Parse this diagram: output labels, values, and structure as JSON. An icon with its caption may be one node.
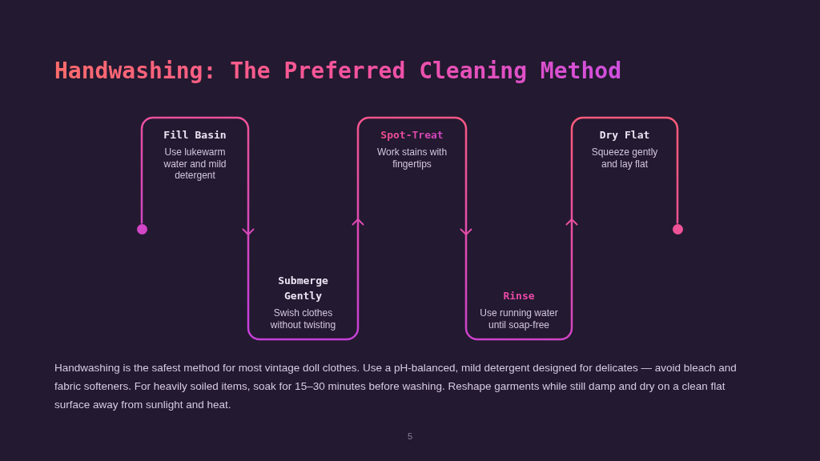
{
  "diagram": {
    "title": "Handwashing: The Preferred Cleaning Method",
    "nodes": [
      {
        "text": [],
        "shape": "circle"
      },
      {
        "text": [
          "Fill Basin",
          "Use lukewarm water and mild detergent"
        ]
      },
      {
        "text": [
          "Submerge Gently",
          "Swish clothes without twisting"
        ]
      },
      {
        "text": [
          "Spot-Treat",
          "Work stains with fingertips"
        ]
      },
      {
        "text": [
          "Rinse",
          "Use running water until soap-free"
        ]
      },
      {
        "text": [
          "Dry Flat",
          "Squeeze gently and lay flat"
        ]
      },
      {
        "text": [],
        "shape": "circle"
      }
    ],
    "edges": [
      {
        "from": 0,
        "to": 1,
        "arrow": "none"
      },
      {
        "from": 1,
        "to": 2,
        "arrow": "to"
      },
      {
        "from": 2,
        "to": 3,
        "arrow": "to"
      },
      {
        "from": 3,
        "to": 4,
        "arrow": "to"
      },
      {
        "from": 4,
        "to": 5,
        "arrow": "to"
      },
      {
        "from": 5,
        "to": 6,
        "arrow": "none"
      }
    ],
    "labels": [
      "Handwashing is the safest method for most vintage doll clothes. Use a pH-balanced, mild detergent designed for delicates — avoid bleach and fabric softeners. For heavily soiled items, soak for 15–30 minutes before washing. Reshape garments while still damp and dry on a clean flat surface away from sunlight and heat.",
      "5"
    ]
  }
}
